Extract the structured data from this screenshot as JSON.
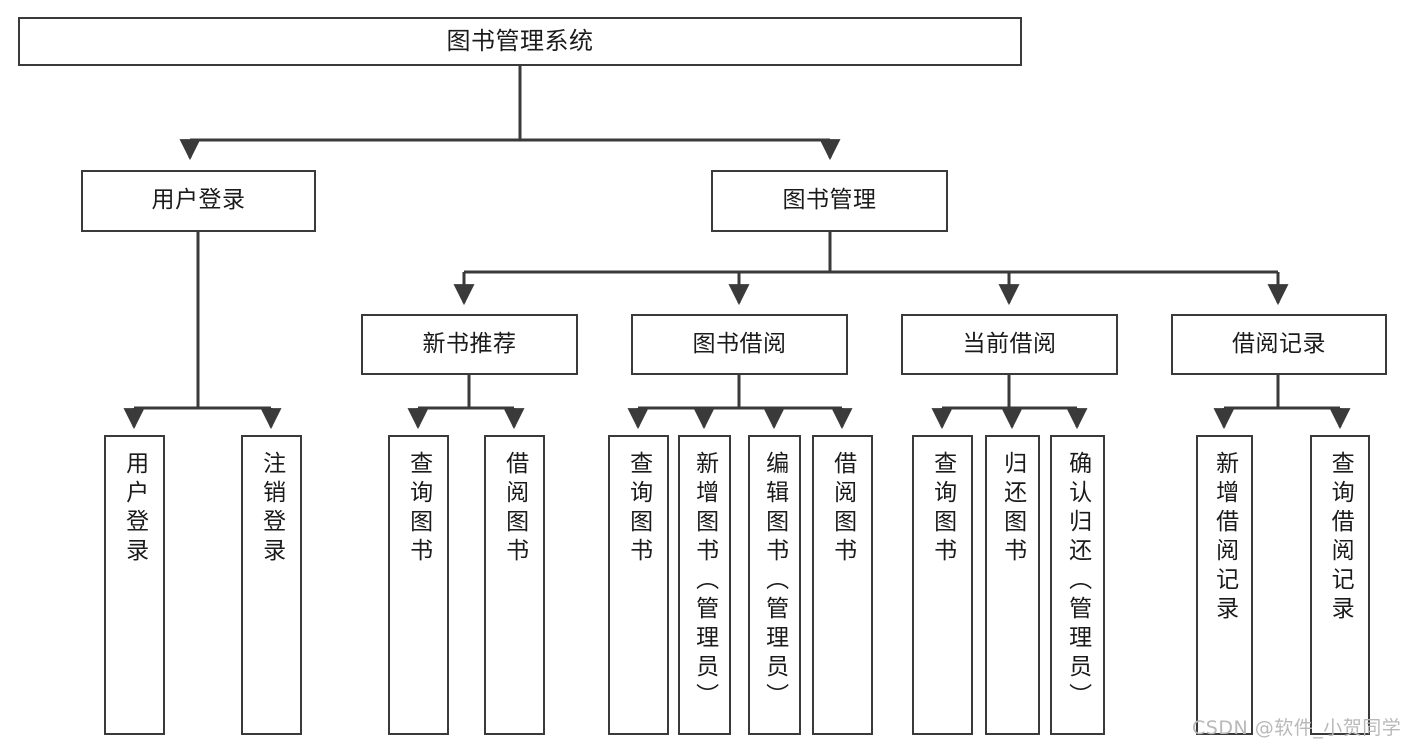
{
  "diagram": {
    "title": "图书管理系统",
    "watermark": "CSDN @软件_小贺同学",
    "stroke_color": "#3a3a3a",
    "background_color": "#ffffff",
    "text_color": "#1b1b1b"
  },
  "nodes": {
    "root": {
      "label": "图书管理系统"
    },
    "level2": [
      {
        "label": "用户登录"
      },
      {
        "label": "图书管理"
      }
    ],
    "level3": [
      {
        "label": "新书推荐"
      },
      {
        "label": "图书借阅"
      },
      {
        "label": "当前借阅"
      },
      {
        "label": "借阅记录"
      }
    ],
    "leaves": [
      {
        "label": "用户登录",
        "parent": "用户登录"
      },
      {
        "label": "注销登录",
        "parent": "用户登录"
      },
      {
        "label": "查询图书",
        "parent": "新书推荐"
      },
      {
        "label": "借阅图书",
        "parent": "新书推荐"
      },
      {
        "label": "查询图书",
        "parent": "图书借阅"
      },
      {
        "label": "新增图书（管理员）",
        "parent": "图书借阅"
      },
      {
        "label": "编辑图书（管理员）",
        "parent": "图书借阅"
      },
      {
        "label": "借阅图书",
        "parent": "图书借阅"
      },
      {
        "label": "查询图书",
        "parent": "当前借阅"
      },
      {
        "label": "归还图书",
        "parent": "当前借阅"
      },
      {
        "label": "确认归还（管理员）",
        "parent": "当前借阅"
      },
      {
        "label": "新增借阅记录",
        "parent": "借阅记录"
      },
      {
        "label": "查询借阅记录",
        "parent": "借阅记录"
      }
    ]
  }
}
